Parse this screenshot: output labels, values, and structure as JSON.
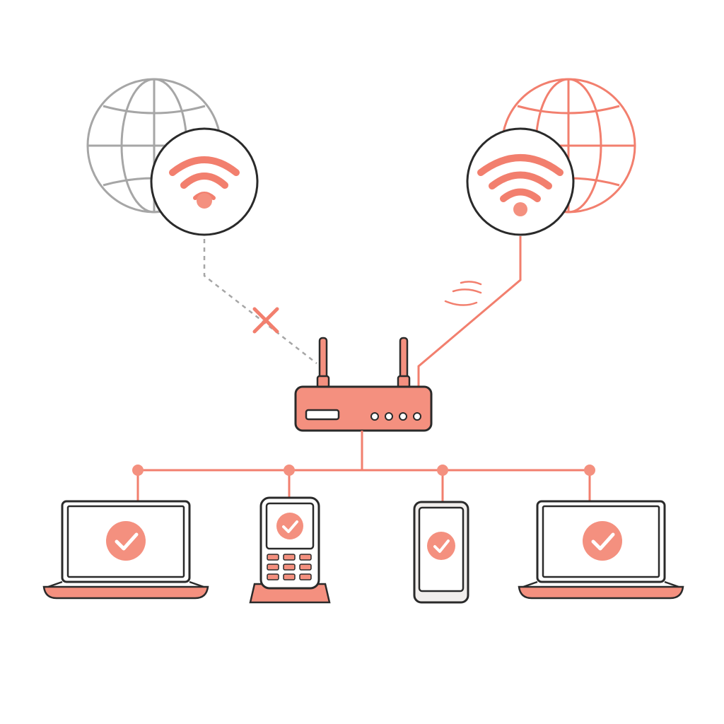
{
  "colors": {
    "accent": "#f27f6e",
    "accent_fill": "#f4907f",
    "inactive_gray": "#a6a6a6",
    "outline": "#2a2a2a",
    "background": "#ffffff"
  },
  "nodes": {
    "isp_primary": {
      "icon": "globe-icon",
      "signal_icon": "wifi-icon",
      "status": "disconnected"
    },
    "isp_backup": {
      "icon": "globe-icon",
      "signal_icon": "wifi-icon",
      "status": "connected"
    },
    "router": {
      "icon": "router-icon",
      "antennas": 2,
      "status_lights": 4
    },
    "clients": [
      {
        "type": "laptop",
        "icon": "laptop-icon",
        "status": "connected",
        "status_icon": "checkmark-icon"
      },
      {
        "type": "desk-phone",
        "icon": "desk-phone-icon",
        "status": "connected",
        "status_icon": "checkmark-icon"
      },
      {
        "type": "smartphone",
        "icon": "smartphone-icon",
        "status": "connected",
        "status_icon": "checkmark-icon"
      },
      {
        "type": "laptop",
        "icon": "laptop-icon",
        "status": "connected",
        "status_icon": "checkmark-icon"
      }
    ]
  },
  "links": [
    {
      "from": "isp_primary",
      "to": "router",
      "style": "dashed",
      "status": "failed",
      "marker_icon": "x-mark-icon"
    },
    {
      "from": "isp_backup",
      "to": "router",
      "style": "solid",
      "status": "active",
      "marker_icon": "signal-waves-icon"
    }
  ]
}
